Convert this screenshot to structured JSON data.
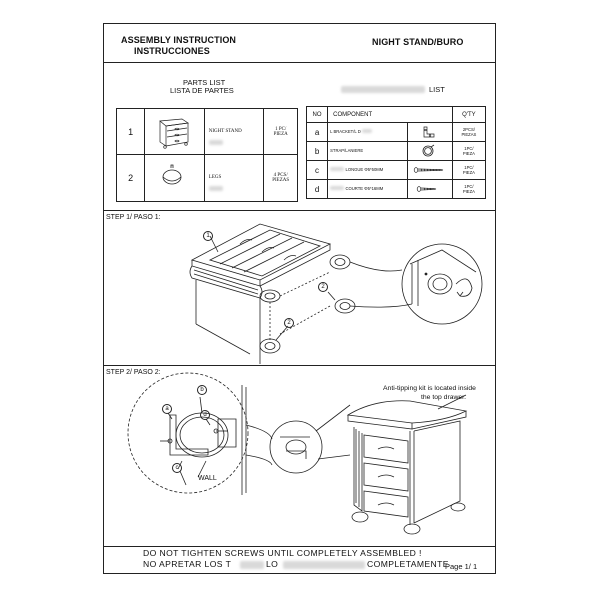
{
  "header": {
    "title_en": "ASSEMBLY INSTRUCTION",
    "title_es": "INSTRUCCIONES",
    "product": "NIGHT STAND/BURO"
  },
  "parts_list": {
    "title_en": "PARTS LIST",
    "title_es": "LISTA DE PARTES",
    "rows": [
      {
        "num": "1",
        "name": "NIGHT STAND",
        "qty_line1": "1 PC/",
        "qty_line2": "PIEZA"
      },
      {
        "num": "2",
        "name": "LEGS",
        "qty_line1": "4 PCS/",
        "qty_line2": "PIEZAS"
      }
    ]
  },
  "component_list": {
    "title_visible": "LIST",
    "headers": {
      "no": "NO",
      "component": "COMPONENT",
      "qty": "Q'TY"
    },
    "rows": [
      {
        "no": "a",
        "name": "L BRACKET/L D",
        "qty_line1": "2PCS/",
        "qty_line2": "PIEZAS",
        "icon": "l-bracket-icon"
      },
      {
        "no": "b",
        "name": "STRAP/LANIERE",
        "qty_line1": "1PC/",
        "qty_line2": "PIEZA",
        "icon": "strap-icon"
      },
      {
        "no": "c",
        "name": "LONGUE Φ5*50MM",
        "qty_line1": "1PC/",
        "qty_line2": "PIEZA",
        "icon": "long-screw-icon"
      },
      {
        "no": "d",
        "name": "COURTE Φ5*16MM",
        "qty_line1": "1PC/",
        "qty_line2": "PIEZA",
        "icon": "short-screw-icon"
      }
    ]
  },
  "steps": {
    "step1_label": "STEP 1/ PASO 1:",
    "step2_label": "STEP 2/ PASO 2:",
    "callout_1": "1",
    "callout_2": "2",
    "callout_a": "a",
    "callout_b": "b",
    "callout_c": "c",
    "callout_d": "d",
    "wall_label": "WALL",
    "note_line1": "Anti-tipping kit is located inside",
    "note_line2": "the top drawer."
  },
  "footer": {
    "warning_en": "DO NOT TIGHTEN SCREWS UNTIL COMPLETELY ASSEMBLED !",
    "warning_es_start": "NO APRETAR LOS T",
    "warning_es_mid": "LO",
    "warning_es_end": "COMPLETAMENTE",
    "page": "Page 1/ 1"
  }
}
